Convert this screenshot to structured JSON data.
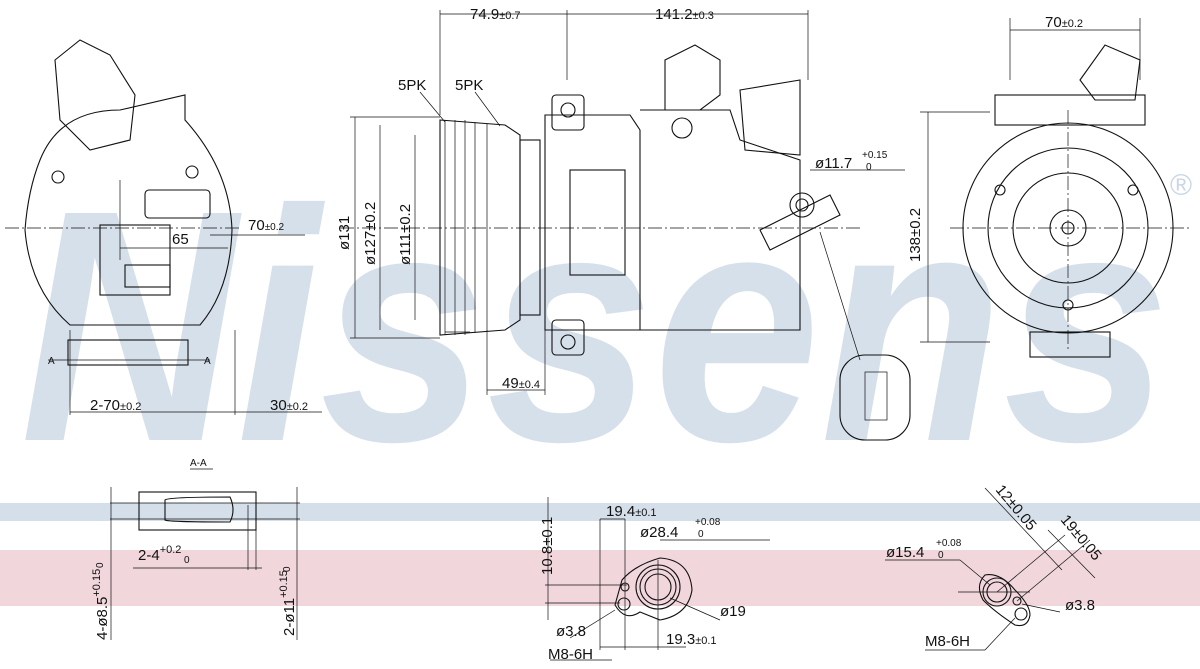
{
  "watermark": {
    "text": "Nissens",
    "registered": "®",
    "color": "#c9d6e4"
  },
  "bands": {
    "blue": "#d4dfe9",
    "pink": "#f1d6dc"
  },
  "section_label": "A-A",
  "section_marker": "A",
  "top_dims": {
    "d1": {
      "main": "74.9",
      "tol": "±0.7"
    },
    "d2": {
      "main": "141.2",
      "tol": "±0.3"
    },
    "d3": {
      "main": "70",
      "tol": "±0.2"
    }
  },
  "pulley": {
    "pk1": "5PK",
    "pk2": "5PK",
    "d131": "ø131",
    "d127": "ø127±0.2",
    "d111": "ø111±0.2",
    "d49": {
      "main": "49",
      "tol": "±0.4"
    }
  },
  "side": {
    "d65": "65",
    "d70": {
      "main": "70",
      "tol": "±0.2"
    },
    "d2_70": {
      "main": "2-70",
      "tol": "±0.2"
    },
    "d30": {
      "main": "30",
      "tol": "±0.2"
    }
  },
  "fitting_right": {
    "main": "ø11.7",
    "upper": "+0.15",
    "lower": "0"
  },
  "front": {
    "d138": "138±0.2"
  },
  "section": {
    "holes": {
      "main": "4-ø8.5",
      "upper": "+0.15",
      "lower": "0"
    },
    "depth": {
      "main": "2-4",
      "upper": "+0.2",
      "lower": "0"
    },
    "bore": {
      "main": "2-ø11",
      "upper": "+0.15",
      "lower": "0"
    }
  },
  "port1": {
    "h": "10.8±0.1",
    "w1": {
      "main": "19.4",
      "tol": "±0.1"
    },
    "outer": {
      "main": "ø28.4",
      "upper": "+0.08",
      "lower": "0"
    },
    "inner": "ø19",
    "pin": "ø3.8",
    "thread": "M8-6H",
    "w2": {
      "main": "19.3",
      "tol": "±0.1"
    }
  },
  "port2": {
    "outer": {
      "main": "ø15.4",
      "upper": "+0.08",
      "lower": "0"
    },
    "a": "12±0.05",
    "b": "19±0.05",
    "pin": "ø3.8",
    "thread": "M8-6H"
  }
}
